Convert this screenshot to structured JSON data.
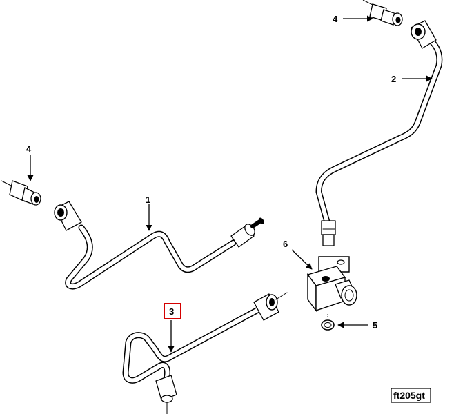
{
  "diagram": {
    "callouts": {
      "c1": "1",
      "c2": "2",
      "c3": "3",
      "c4a": "4",
      "c4b": "4",
      "c5": "5",
      "c6": "6"
    },
    "figure_id": "ft205gt",
    "highlight_color": "#d40000"
  }
}
